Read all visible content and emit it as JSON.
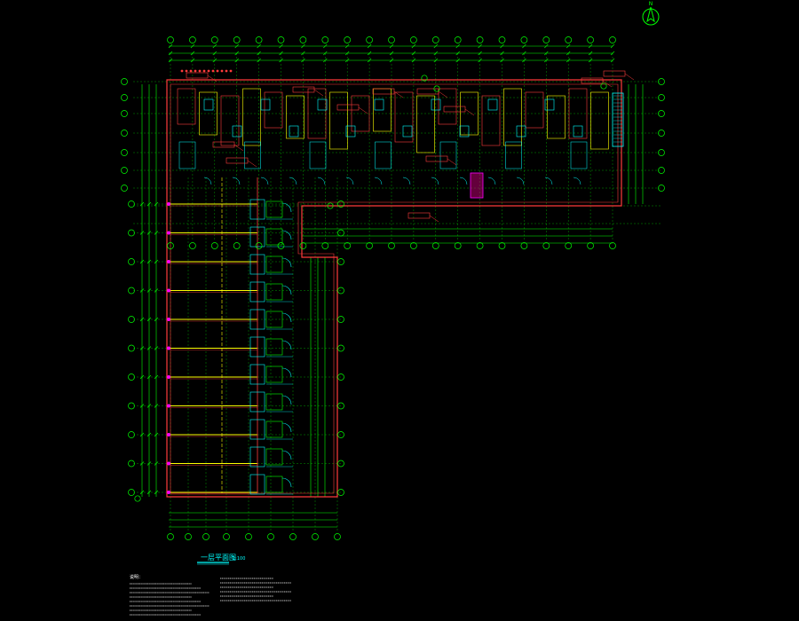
{
  "drawing": {
    "title": "一层平面图",
    "title_scale": "1:100",
    "north_label": "N"
  },
  "colors": {
    "background": "#000000",
    "grid": "#00ff00",
    "wall": "#ff3b3b",
    "partition": "#ffff00",
    "fixture": "#00ffff",
    "accent": "#ff00ff",
    "text": "#ffffff"
  },
  "notes": {
    "left_heading": "说明：",
    "right_heading": ""
  }
}
